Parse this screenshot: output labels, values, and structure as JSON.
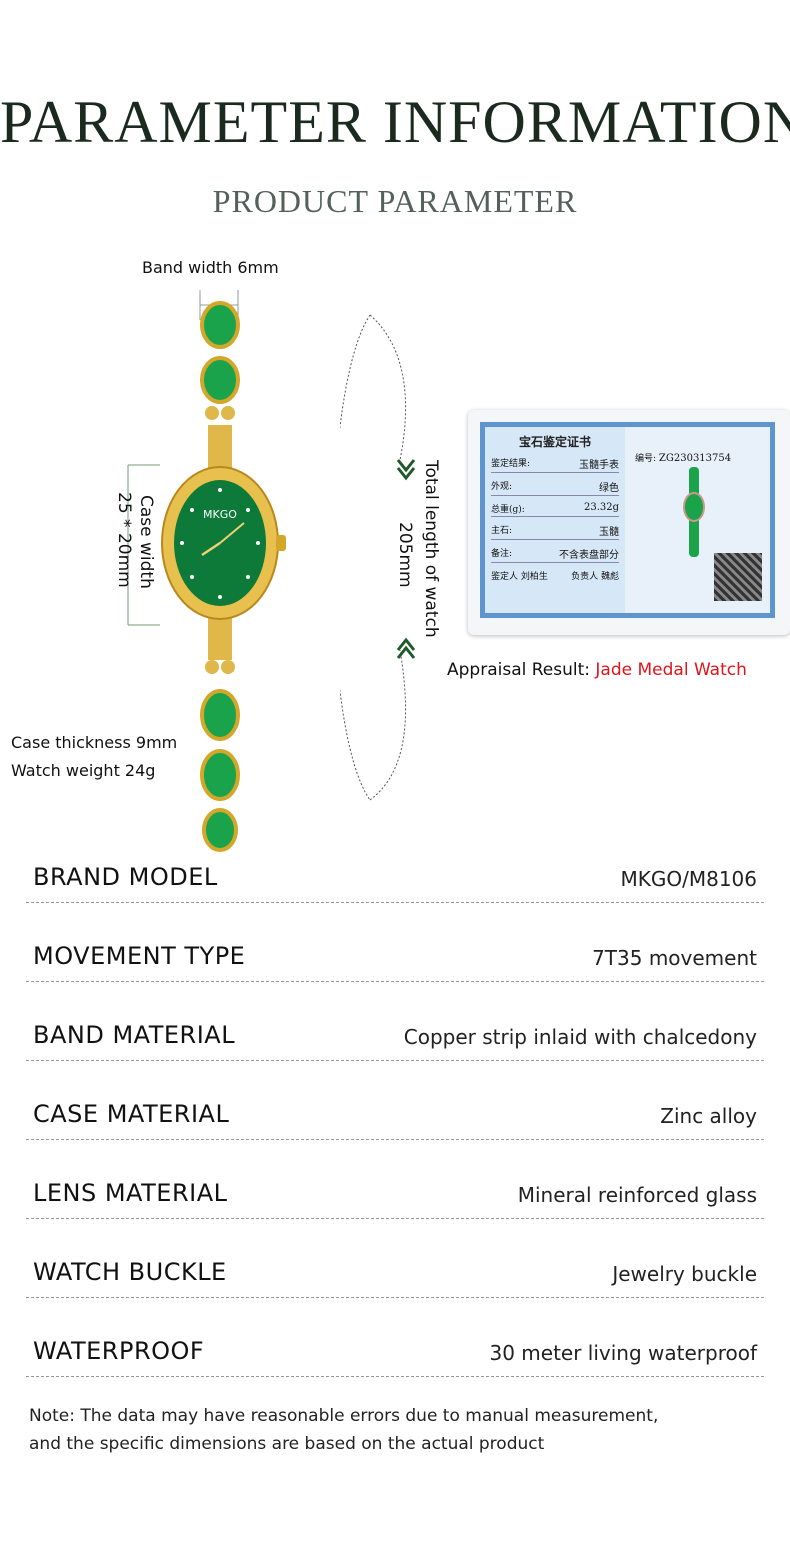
{
  "header": {
    "title": "PARAMETER INFORMATION",
    "subtitle": "PRODUCT PARAMETER"
  },
  "illustration": {
    "band_width": "Band width 6mm",
    "case_width_label": "Case width",
    "case_width_value": "25 * 20mm",
    "total_length_label": "Total length of watch",
    "total_length_value": "205mm",
    "case_thickness": "Case thickness 9mm",
    "watch_weight": "Watch weight 24g",
    "dial_brand": "MKGO"
  },
  "certificate": {
    "title": "宝石鉴定证书",
    "number_label": "编号:",
    "number": "ZG230313754",
    "rows": [
      {
        "label": "鉴定结果:",
        "value": "玉髓手表"
      },
      {
        "label": "外观:",
        "value": "绿色"
      },
      {
        "label": "总重(g):",
        "value": "23.32g"
      },
      {
        "label": "主石:",
        "value": "玉髓"
      },
      {
        "label": "备注:",
        "value": "不含表盘部分"
      }
    ],
    "appraiser": "鉴定人 刘柏生",
    "responsible": "负责人 魏彪",
    "appraisal_label": "Appraisal Result:",
    "appraisal_value": "Jade Medal Watch",
    "accent_color": "#e0141a"
  },
  "specs": [
    {
      "label": "BRAND MODEL",
      "value": "MKGO/M8106"
    },
    {
      "label": "MOVEMENT TYPE",
      "value": "7T35 movement"
    },
    {
      "label": "BAND MATERIAL",
      "value": "Copper strip inlaid with chalcedony"
    },
    {
      "label": "CASE MATERIAL",
      "value": "Zinc alloy"
    },
    {
      "label": "LENS MATERIAL",
      "value": "Mineral reinforced glass"
    },
    {
      "label": "WATCH BUCKLE",
      "value": "Jewelry buckle"
    },
    {
      "label": "WATERPROOF",
      "value": "30 meter living waterproof"
    }
  ],
  "note": {
    "line1": "Note: The data may have reasonable errors due to manual measurement,",
    "line2": "and the specific dimensions are based on the actual product"
  }
}
